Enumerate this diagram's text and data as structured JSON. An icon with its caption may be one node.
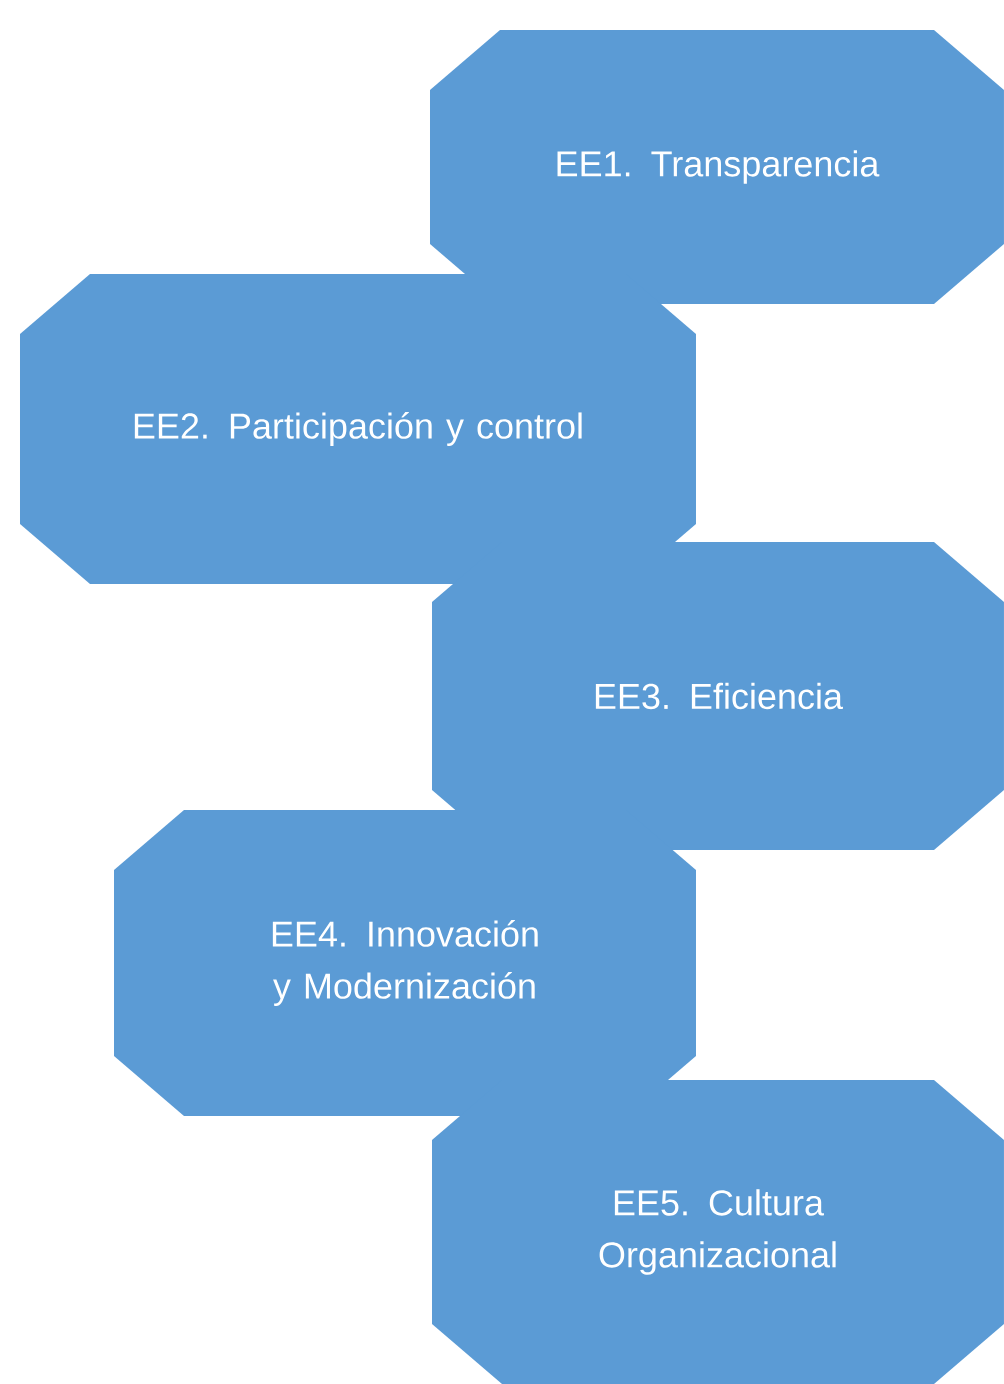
{
  "diagram": {
    "nodes": [
      {
        "text": [
          "EE1. Transparencia"
        ]
      },
      {
        "text": [
          "EE2. Participación y control"
        ]
      },
      {
        "text": [
          "EE3. Eficiencia"
        ]
      },
      {
        "text": [
          "EE4. Innovación y Modernización"
        ]
      },
      {
        "text": [
          "EE5. Cultura Organizacional"
        ]
      }
    ]
  }
}
